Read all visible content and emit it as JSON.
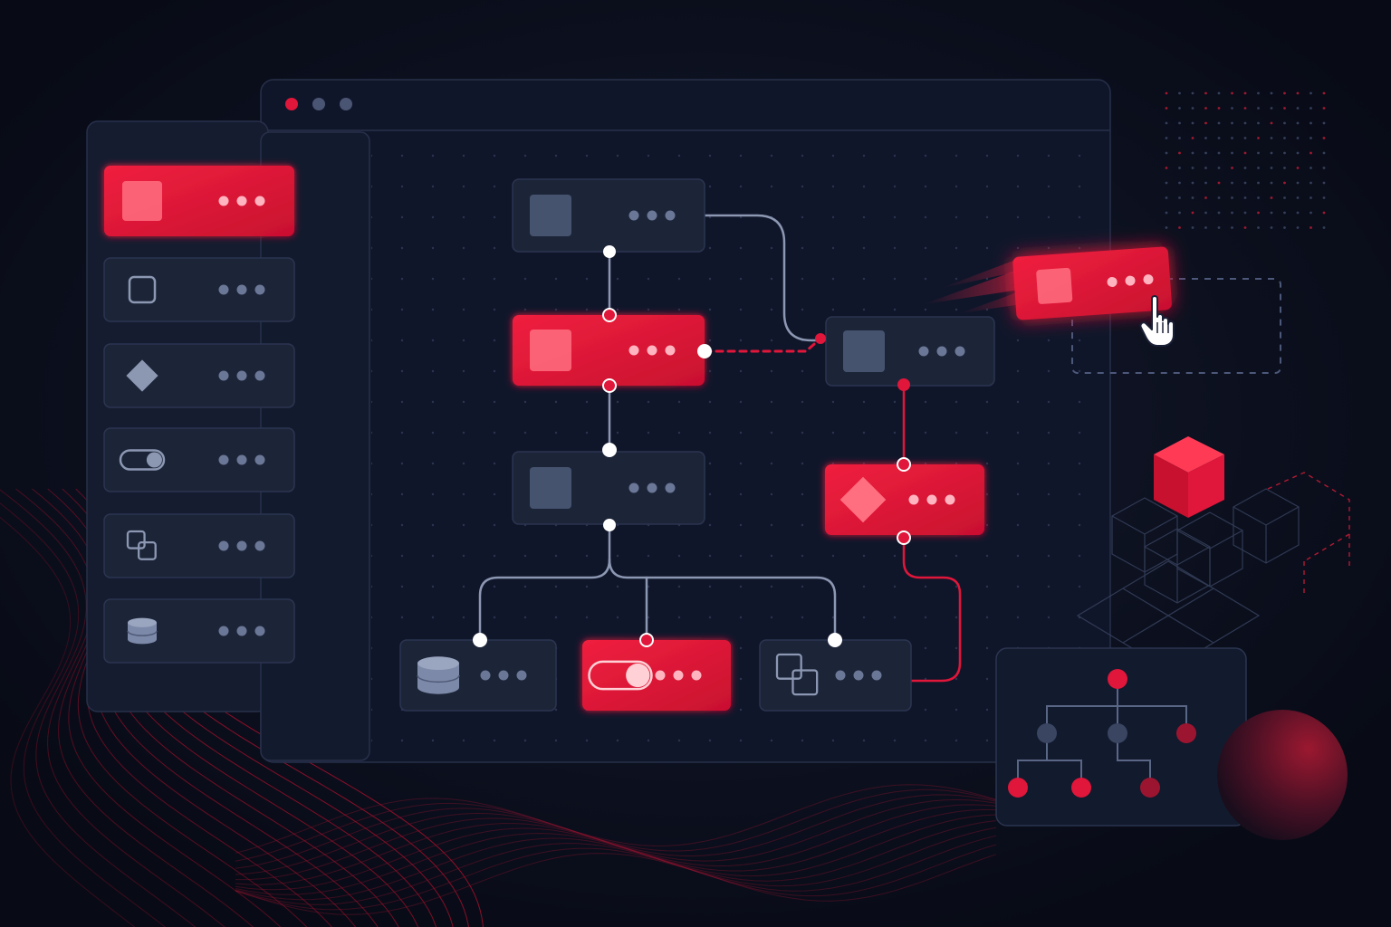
{
  "theme": {
    "background": "#0a0d1a",
    "window_bg": "#10162a",
    "panel_bg": "#151c30",
    "card_dark": "#1c2438",
    "card_border": "#2b3550",
    "accent_red": "#e0163a",
    "accent_red_light": "#ff6f80",
    "connector_gray": "#8c97b2",
    "icon_slate": "#46536f"
  },
  "window": {
    "traffic_lights": [
      "close-dot",
      "minimize-dot",
      "maximize-dot"
    ]
  },
  "palette": {
    "items": [
      {
        "icon": "square-icon",
        "active": true
      },
      {
        "icon": "square-outline-icon",
        "active": false
      },
      {
        "icon": "diamond-icon",
        "active": false
      },
      {
        "icon": "toggle-icon",
        "active": false
      },
      {
        "icon": "duplicate-icon",
        "active": false
      },
      {
        "icon": "database-icon",
        "active": false
      }
    ]
  },
  "canvas": {
    "nodes": [
      {
        "id": "n1",
        "icon": "square-icon",
        "active": false
      },
      {
        "id": "n2",
        "icon": "square-icon",
        "active": true
      },
      {
        "id": "n3",
        "icon": "square-icon",
        "active": false
      },
      {
        "id": "n4",
        "icon": "database-icon",
        "active": false
      },
      {
        "id": "n5",
        "icon": "toggle-icon",
        "active": true
      },
      {
        "id": "n6",
        "icon": "duplicate-icon",
        "active": false
      },
      {
        "id": "n7",
        "icon": "square-icon",
        "active": false
      },
      {
        "id": "n8",
        "icon": "diamond-icon",
        "active": true
      }
    ],
    "dragged_node": {
      "icon": "square-icon",
      "active": true
    }
  },
  "decor": {
    "cursor_icon": "hand-pointer-icon",
    "cubes_icon": "isometric-cubes-icon",
    "tree_icon": "hierarchy-tree-icon",
    "sphere_icon": "gradient-sphere-icon"
  }
}
